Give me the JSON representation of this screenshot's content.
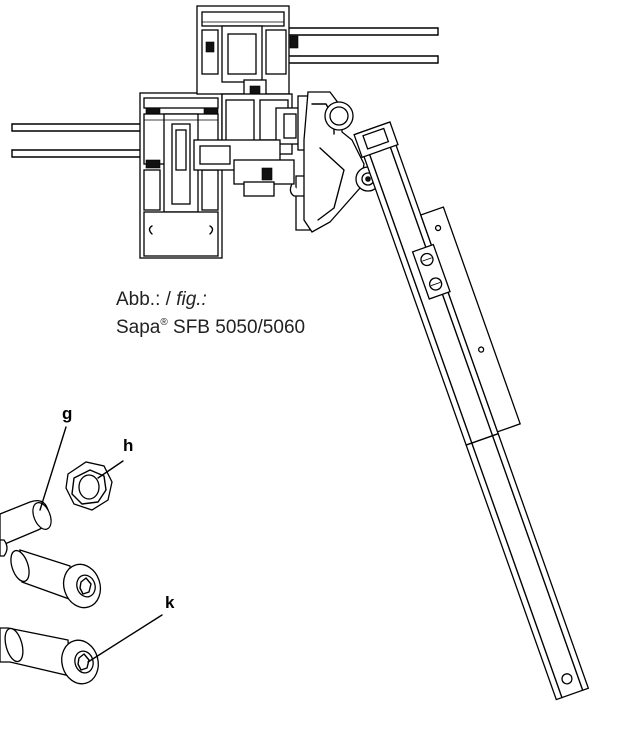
{
  "caption": {
    "line1_prefix": "Abb.: / ",
    "line1_fig": "fig.:",
    "line2_brand": "Sapa",
    "line2_reg": "®",
    "line2_model": " SFB 5050/5060"
  },
  "labels": {
    "g": "g",
    "h": "h",
    "k": "k"
  }
}
